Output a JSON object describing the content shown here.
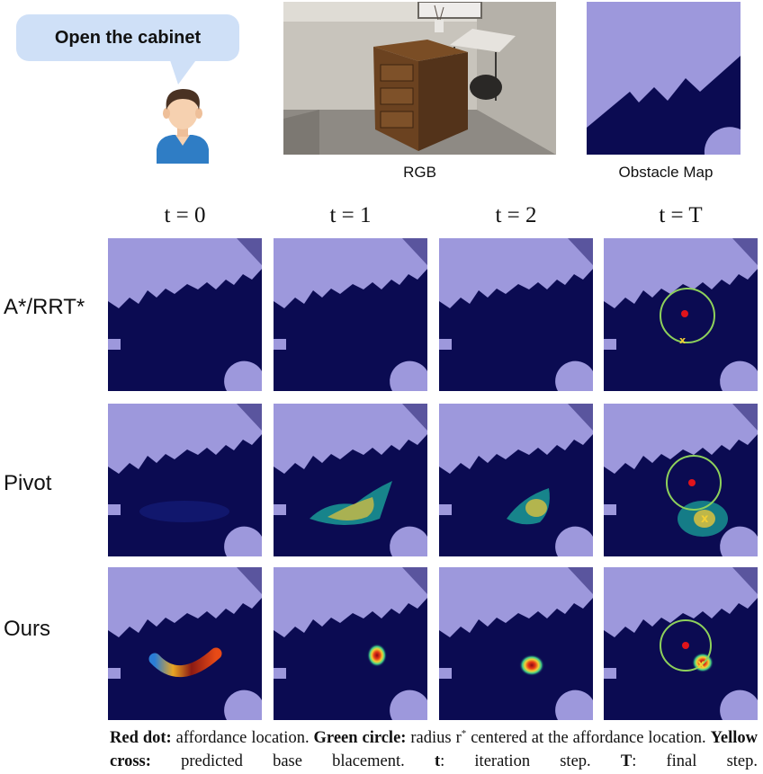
{
  "instruction": {
    "text": "Open the cabinet"
  },
  "top_panels": {
    "rgb_caption": "RGB",
    "obstacle_caption": "Obstacle Map"
  },
  "columns": [
    "t = 0",
    "t = 1",
    "t = 2",
    "t = T"
  ],
  "rows": [
    "A*/RRT*",
    "Pivot",
    "Ours"
  ],
  "legend": {
    "red_dot_label": "Red dot:",
    "red_dot_text": " affordance location. ",
    "green_label": "Green circle:",
    "green_text_1": " radius r",
    "green_sup": "*",
    "green_text_2": " centered at the affordance location. ",
    "yellow_label": "Yellow cross:",
    "yellow_text": " predicted base blacement. ",
    "t_label": "t",
    "t_text": ": iteration step. ",
    "T_label": "T",
    "T_text": ": final step."
  },
  "colors": {
    "free_space": "#9d98dc",
    "obstacle": "#0b0b52",
    "corner": "#5a559e",
    "affordance_dot": "#e0141b",
    "radius_circle": "#8ed15b",
    "base_cross": "#f3cf33",
    "bubble": "#cfe0f7",
    "shirt": "#2f7dc5"
  },
  "icons": [
    "person-avatar-icon"
  ]
}
